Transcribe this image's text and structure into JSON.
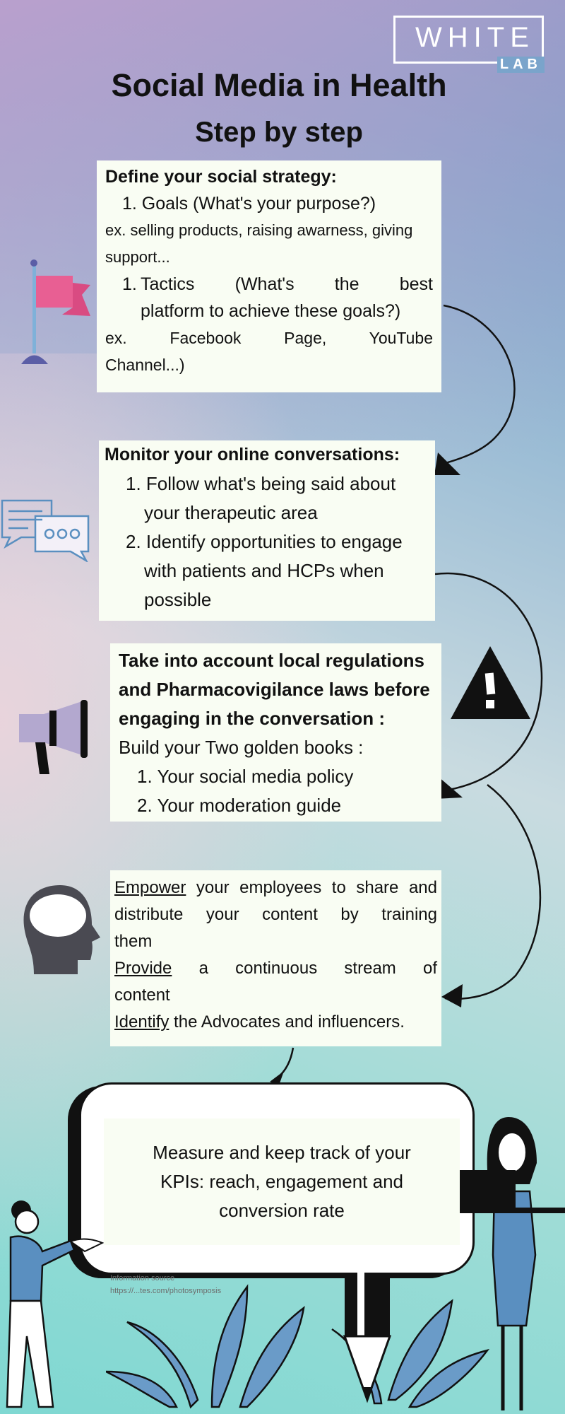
{
  "logo": {
    "line1": "WHITE",
    "line2": "LAB"
  },
  "title": "Social Media in Health",
  "subtitle": "Step by step",
  "step1": {
    "heading": "Define your social strategy:",
    "goals": "1. Goals (What's your purpose?)",
    "goals_ex": "ex.  selling products, raising awarness, giving support...",
    "tactics_num": "1.",
    "tactics_line1": "Tactics (What's the best",
    "tactics_line2": "platform to achieve these goals?)",
    "tactics_ex_line1": "ex. Facebook Page, YouTube",
    "tactics_ex_line2": "Channel...)"
  },
  "step2": {
    "heading": "Monitor your online conversations:",
    "items": [
      "1. Follow what's being said about your therapeutic area",
      "2. Identify opportunities to engage with patients and HCPs when possible"
    ]
  },
  "step3": {
    "heading": "Take into account local regulations and Pharmacovigilance laws before engaging in the conversation :",
    "intro": "Build your Two golden books :",
    "items": [
      "1. Your social media policy",
      "2. Your moderation guide"
    ]
  },
  "step4": {
    "empower": "Empower",
    "empower_rest_line1": " your employees to share and",
    "empower_line2": "distribute your content by training",
    "empower_line3": "them",
    "provide": "Provide",
    "provide_rest": " a continuous stream of",
    "provide_line2": "content",
    "identify": "Identify",
    "identify_rest": " the Advocates and influencers."
  },
  "step5": {
    "text": "Measure and keep track of your KPIs: reach, engagement and conversion rate"
  },
  "footer": {
    "source_label": "Information source",
    "source_url": "https://...tes.com/photosymposis"
  },
  "colors": {
    "flag": "#e85f93",
    "icon_blue": "#5a8fc0",
    "plant": "#6a9bc8",
    "dark": "#4a4a52"
  },
  "icons": [
    "flag-icon",
    "chat-bubbles-icon",
    "megaphone-icon",
    "warning-icon",
    "head-icon",
    "pencil-icon",
    "plant-icon",
    "person-icon"
  ]
}
